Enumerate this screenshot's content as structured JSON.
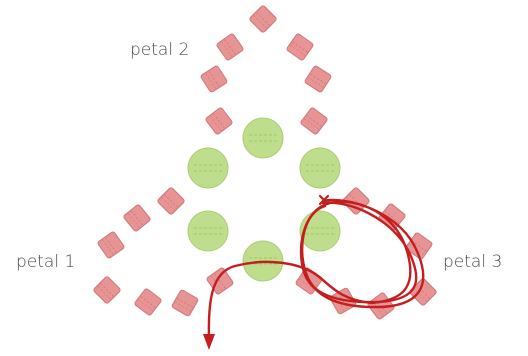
{
  "labels": {
    "petal_1": "petal 1",
    "petal_2": "petal 2",
    "petal_3": "petal 3"
  },
  "colors": {
    "diamond_fill": "#e48b8b",
    "diamond_stroke": "#cf6b6b",
    "round_fill": "#b5d97a",
    "round_stroke": "#9cc65c",
    "thread": "#c41e1e",
    "label_text": "#4a4a4a"
  },
  "icons": {
    "start_mark": "x-mark-icon",
    "thread_end": "arrow-head-icon"
  }
}
